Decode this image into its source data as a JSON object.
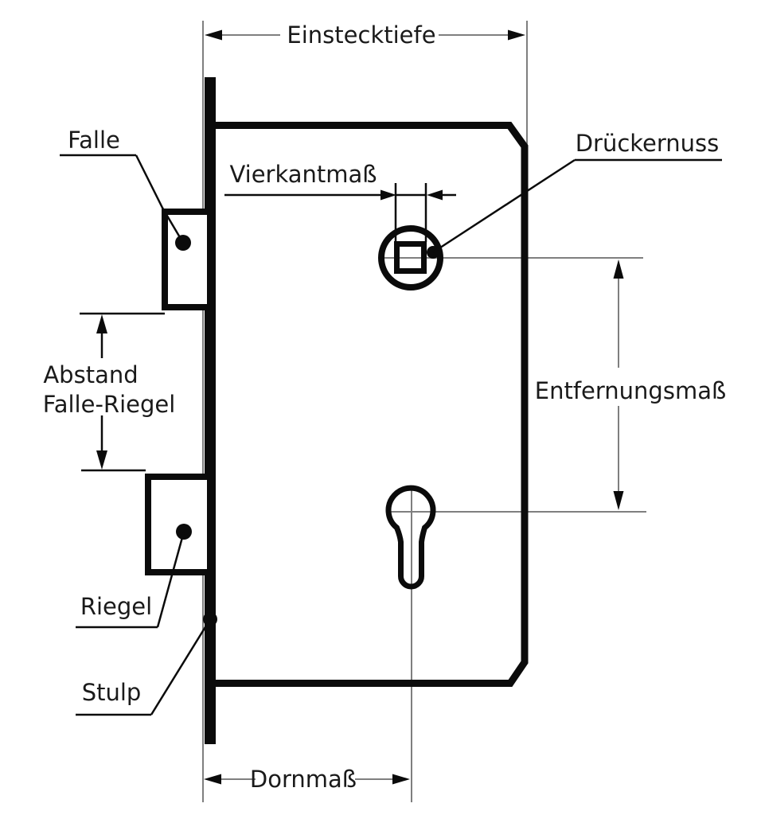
{
  "diagram": {
    "labels": {
      "einstecktiefe": "Einstecktiefe",
      "vierkantmass": "Vierkantmaß",
      "drueckernuss": "Drückernuss",
      "falle": "Falle",
      "abstand_line1": "Abstand",
      "abstand_line2": "Falle-Riegel",
      "entfernungsmass": "Entfernungsmaß",
      "riegel": "Riegel",
      "stulp": "Stulp",
      "dornmass": "Dornmaß"
    },
    "colors": {
      "background": "#ffffff",
      "outline_black": "#0b0b0b",
      "thin_line_gray": "#7f7f7f",
      "text_color": "#1a1a1a"
    }
  }
}
